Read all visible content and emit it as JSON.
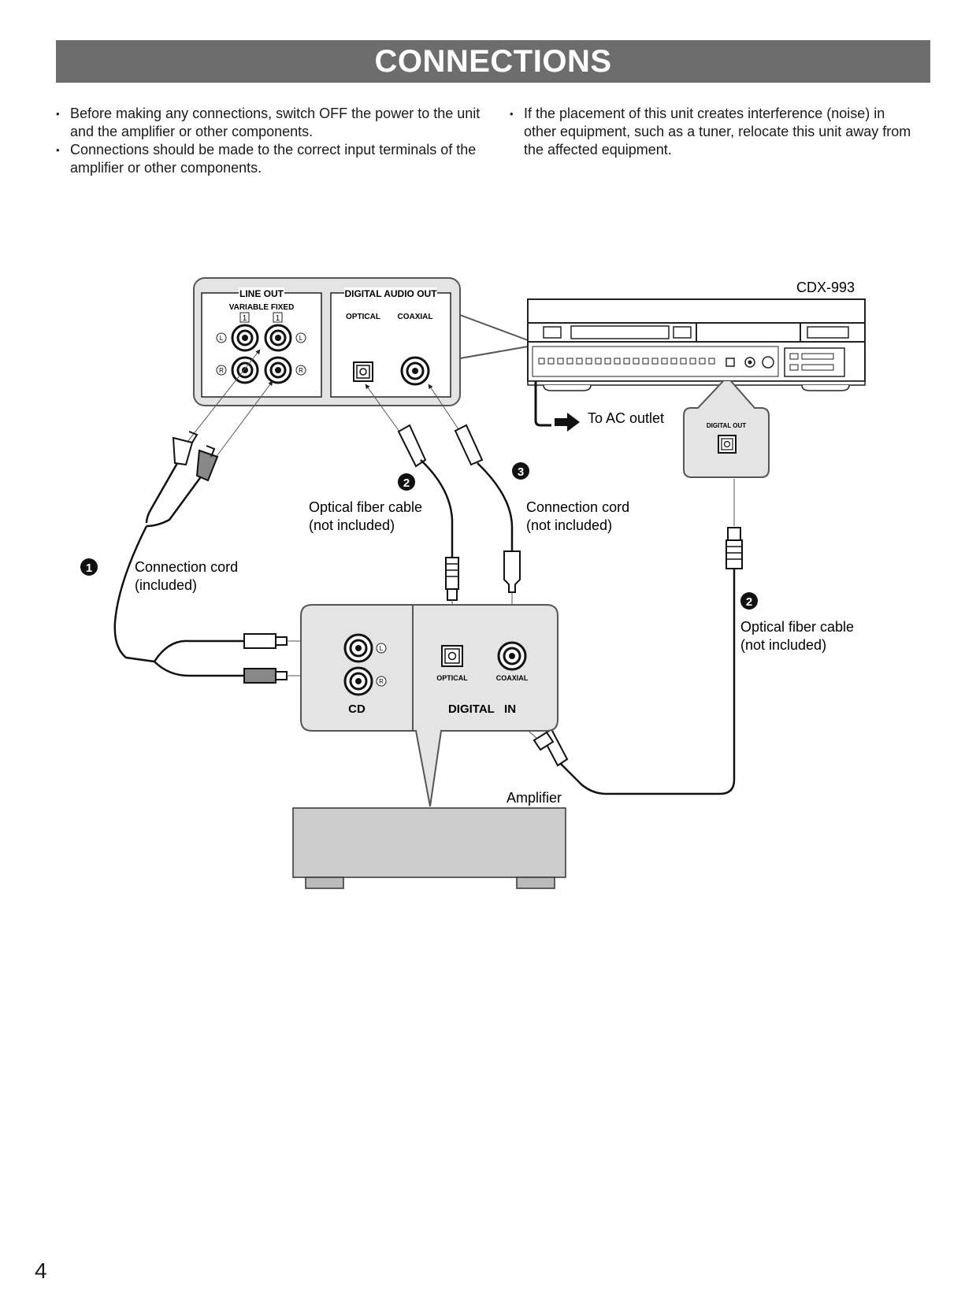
{
  "title": "CONNECTIONS",
  "notes_left": [
    "Before making any connections, switch OFF the power to the unit and the amplifier or other components.",
    "Connections should be made to the correct input terminals of the amplifier or other components."
  ],
  "notes_right": [
    "If the placement of this unit creates interference (noise) in other equipment, such as a tuner, relocate this unit away from the affected equipment."
  ],
  "diagram": {
    "model": "CDX-993",
    "line_out_label": "LINE OUT",
    "variable_fixed_label": "VARIABLE FIXED",
    "box_mark_1": "1",
    "box_mark_2": "1",
    "digital_audio_out_label": "DIGITAL AUDIO OUT",
    "optical_label": "OPTICAL",
    "coaxial_label": "COAXIAL",
    "left_label": "L",
    "right_label": "R",
    "ac_outlet": "To AC outlet",
    "digital_out_label": "DIGITAL OUT",
    "num_1": "1",
    "num_2": "2",
    "num_3": "3",
    "cable_optical_line1": "Optical fiber cable",
    "cable_optical_line2": "(not included)",
    "cable_coax_line1": "Connection cord",
    "cable_coax_line2": "(not included)",
    "cable_included_line1": "Connection cord",
    "cable_included_line2": "(included)",
    "amp_optical_label": "OPTICAL",
    "amp_coaxial_label": "COAXIAL",
    "cd_label": "CD",
    "digital_in_label": "DIGITAL   IN",
    "amplifier_label": "Amplifier"
  },
  "page_number": "4"
}
